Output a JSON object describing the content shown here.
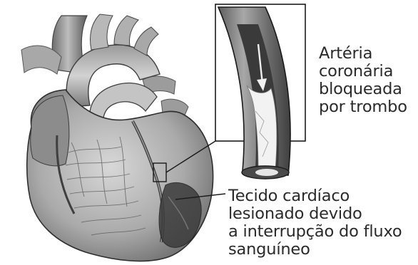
{
  "labels": {
    "artery": {
      "lines": [
        "Artéria",
        "coronária",
        "bloqueada",
        "por trombo"
      ]
    },
    "tissue": {
      "lines": [
        "Tecido cardíaco",
        "lesionado devido",
        "a interrupção do fluxo",
        "sanguíneo"
      ]
    }
  }
}
